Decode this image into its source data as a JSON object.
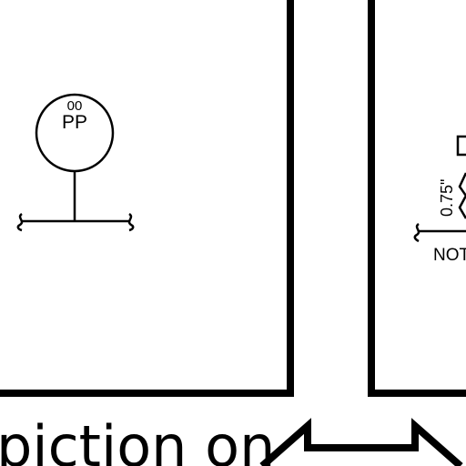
{
  "symbol": {
    "number": "00",
    "letters": "PP"
  },
  "annotation": {
    "dimension": "0.75\"",
    "note_fragment": "NOT"
  },
  "caption": {
    "fragment": "piction on"
  },
  "colors": {
    "line": "#000000",
    "background": "#ffffff"
  },
  "icons": [
    "circle-symbol",
    "wavy-line-marker",
    "zigzag-spring",
    "break-line-symbol"
  ]
}
